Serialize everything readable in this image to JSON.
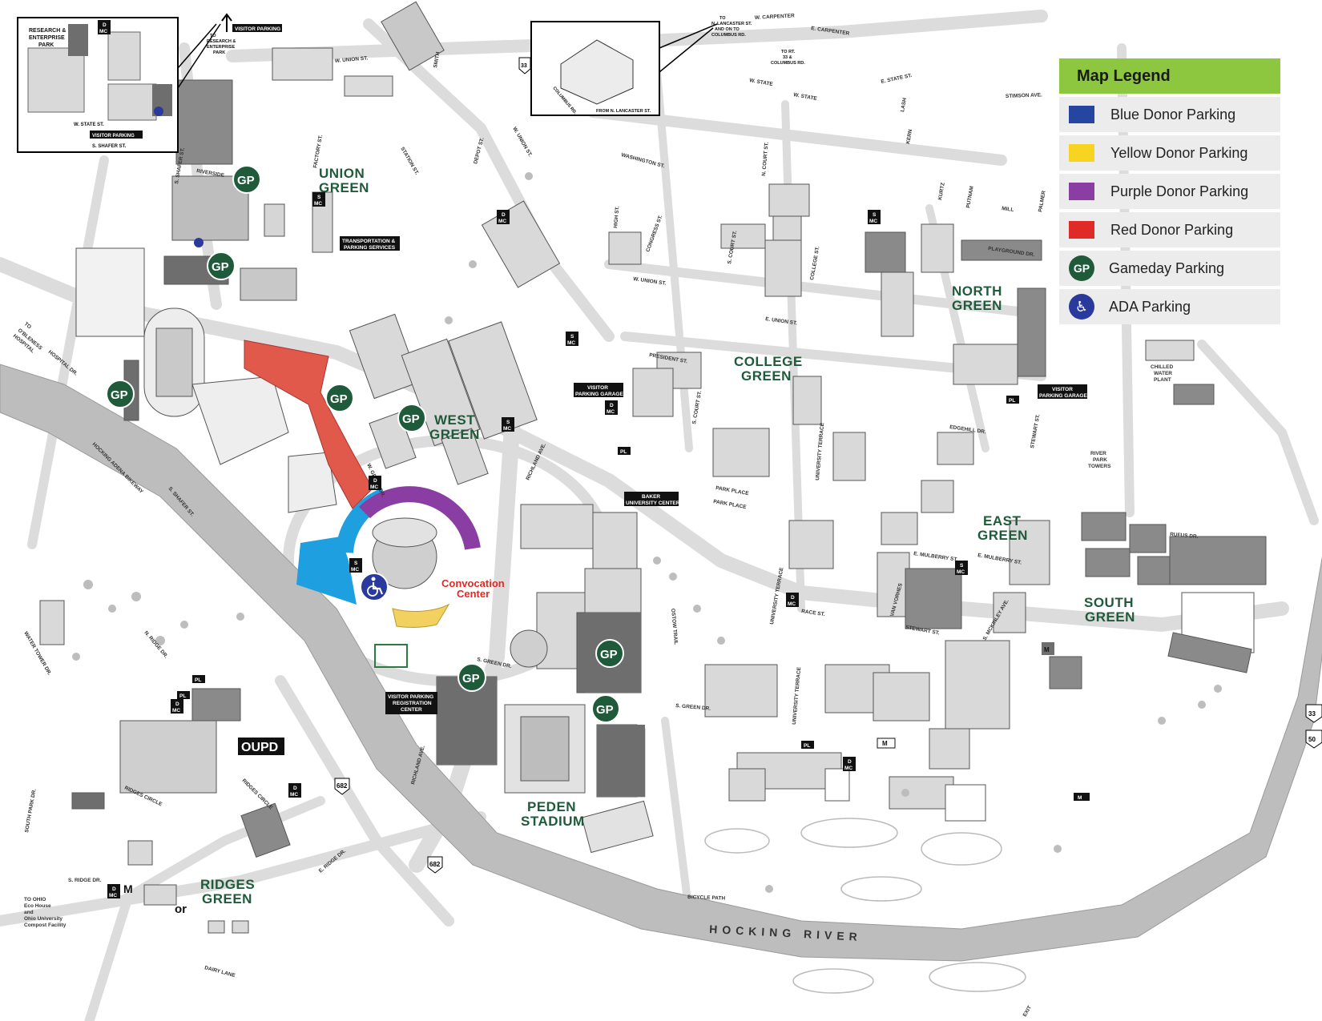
{
  "legend": {
    "title": "Map Legend",
    "items": [
      {
        "label": "Blue Donor Parking",
        "color": "#2445a0"
      },
      {
        "label": "Yellow Donor Parking",
        "color": "#f7d422"
      },
      {
        "label": "Purple Donor Parking",
        "color": "#8a3ea3"
      },
      {
        "label": "Red Donor Parking",
        "color": "#e02a27"
      },
      {
        "label": "Gameday Parking",
        "icon": "gp-icon",
        "badge": "GP"
      },
      {
        "label": "ADA Parking",
        "icon": "wheelchair-icon"
      }
    ]
  },
  "greens": {
    "union": [
      "UNION",
      "GREEN"
    ],
    "west": [
      "WEST",
      "GREEN"
    ],
    "college": [
      "COLLEGE",
      "GREEN"
    ],
    "north": [
      "NORTH",
      "GREEN"
    ],
    "east": [
      "EAST",
      "GREEN"
    ],
    "south": [
      "SOUTH",
      "GREEN"
    ],
    "ridges": [
      "RIDGES",
      "GREEN"
    ]
  },
  "landmarks": {
    "convocation": [
      "Convocation",
      "Center"
    ],
    "peden": [
      "PEDEN",
      "STADIUM"
    ],
    "river": "HOCKING  RIVER",
    "oupd": "OUPD"
  },
  "tags": {
    "transport": [
      "TRANSPORTATION &",
      "PARKING SERVICES"
    ],
    "visitor_garage_west": [
      "VISITOR",
      "PARKING GARAGE"
    ],
    "visitor_garage_east": [
      "VISITOR",
      "PARKING GARAGE"
    ],
    "baker": [
      "BAKER",
      "UNIVERSITY CENTER"
    ],
    "visitor_reg": [
      "VISITOR PARKING",
      "REGISTRATION",
      "CENTER"
    ],
    "visitor_parking": "VISITOR PARKING",
    "dmc": [
      "D",
      "MC"
    ],
    "smc": [
      "S",
      "MC"
    ],
    "mc": "MC",
    "pl": "PL",
    "m": "M"
  },
  "streets": {
    "w_union": "W. UNION ST.",
    "w_union2": "W. UNION ST.",
    "e_union": "E. UNION ST.",
    "w_state": "W. STATE",
    "w_state2": "W. STATE",
    "e_state": "E. STATE ST.",
    "w_carpenter": "W. CARPENTER",
    "e_carpenter": "E. CARPENTER",
    "stimson": "STIMSON AVE.",
    "washington": "WASHINGTON ST.",
    "high": "HIGH ST.",
    "congress": "CONGRESS ST.",
    "n_court": "N. COURT ST.",
    "s_court": "S. COURT ST.",
    "college": "COLLEGE ST.",
    "president": "PRESIDENT ST.",
    "park_place": "PARK PLACE",
    "richland": "RICHLAND AVE.",
    "richland2": "RICHLAND AVE.",
    "s_green": "S. GREEN DR.",
    "s_green2": "S. GREEN DR.",
    "w_green": "W. GREEN DR.",
    "s_shafer": "S. SHAFER ST.",
    "s_shafer2": "S. SHAFER ST.",
    "hospital": "HOSPITAL DR.",
    "bikeway": "HOCKING ADENA BIKEWAY",
    "factory": "FACTORY ST.",
    "station": "STATION ST.",
    "depot": "DEPOT ST.",
    "riverside": "RIVERSIDE",
    "smith": "SMITH",
    "edgehill": "EDGEHILL DR.",
    "stewart": "STEWART ST.",
    "e_mulberry": "E. MULBERRY ST.",
    "mcKinley": "S. MCKINLEY AVE.",
    "rufus": "RUFUS DR.",
    "race": "RACE ST.",
    "van_vorhes": "VAN VORHES",
    "univ_terrace": "UNIVERSITY TERRACE",
    "bicycle": "BICYCLE PATH",
    "dairy": "DAIRY LANE",
    "s_ridge": "S. RIDGE DR.",
    "e_ridge": "E. RIDGE DR.",
    "n_ridge": "N. RIDGE DR.",
    "ridges_circle": "RIDGES CIRCLE",
    "water_tower": "WATER TOWER DR.",
    "south_park": "SOUTH PARK DR.",
    "playground": "PLAYGROUND DR.",
    "mill": "MILL",
    "kurtz": "KURTZ",
    "putnam": "PUTNAM",
    "kern": "KERN",
    "lash": "LASH",
    "palmer": "PALMER",
    "chilled": [
      "CHILLED",
      "WATER",
      "PLANT"
    ],
    "river_park": [
      "RIVER",
      "PARK",
      "TOWERS"
    ],
    "to_hospital": [
      "TO",
      "O'BLENESS",
      "HOSPITAL"
    ],
    "to_ohio": [
      "TO OHIO",
      "Eco House",
      "and",
      "Ohio University",
      "Compost Facility"
    ],
    "or": "or",
    "exit": "EXIT",
    "dow_trail": "OSTOW TRAIL"
  },
  "inset_left": {
    "title": [
      "RESEARCH &",
      "ENTERPRISE",
      "PARK"
    ],
    "w_state": "W. STATE ST.",
    "visitor_parking": "VISITOR PARKING",
    "s_shafer": "S. SHAFER ST.",
    "to_research": [
      "TO",
      "RESEARCH &",
      "ENTERPRISE",
      "PARK"
    ]
  },
  "inset_right": {
    "from": "FROM N. LANCASTER ST.",
    "columbus": "COLUMBUS RD.",
    "route": "33",
    "to_lancaster": [
      "TO",
      "N. LANCASTER ST.",
      "AND ON TO",
      "COLUMBUS RD."
    ],
    "to_rt": [
      "TO RT.",
      "33 &",
      "COLUMBUS RD."
    ]
  },
  "routes": {
    "r682a": "682",
    "r682b": "682",
    "r33": "33",
    "r50": "50"
  }
}
